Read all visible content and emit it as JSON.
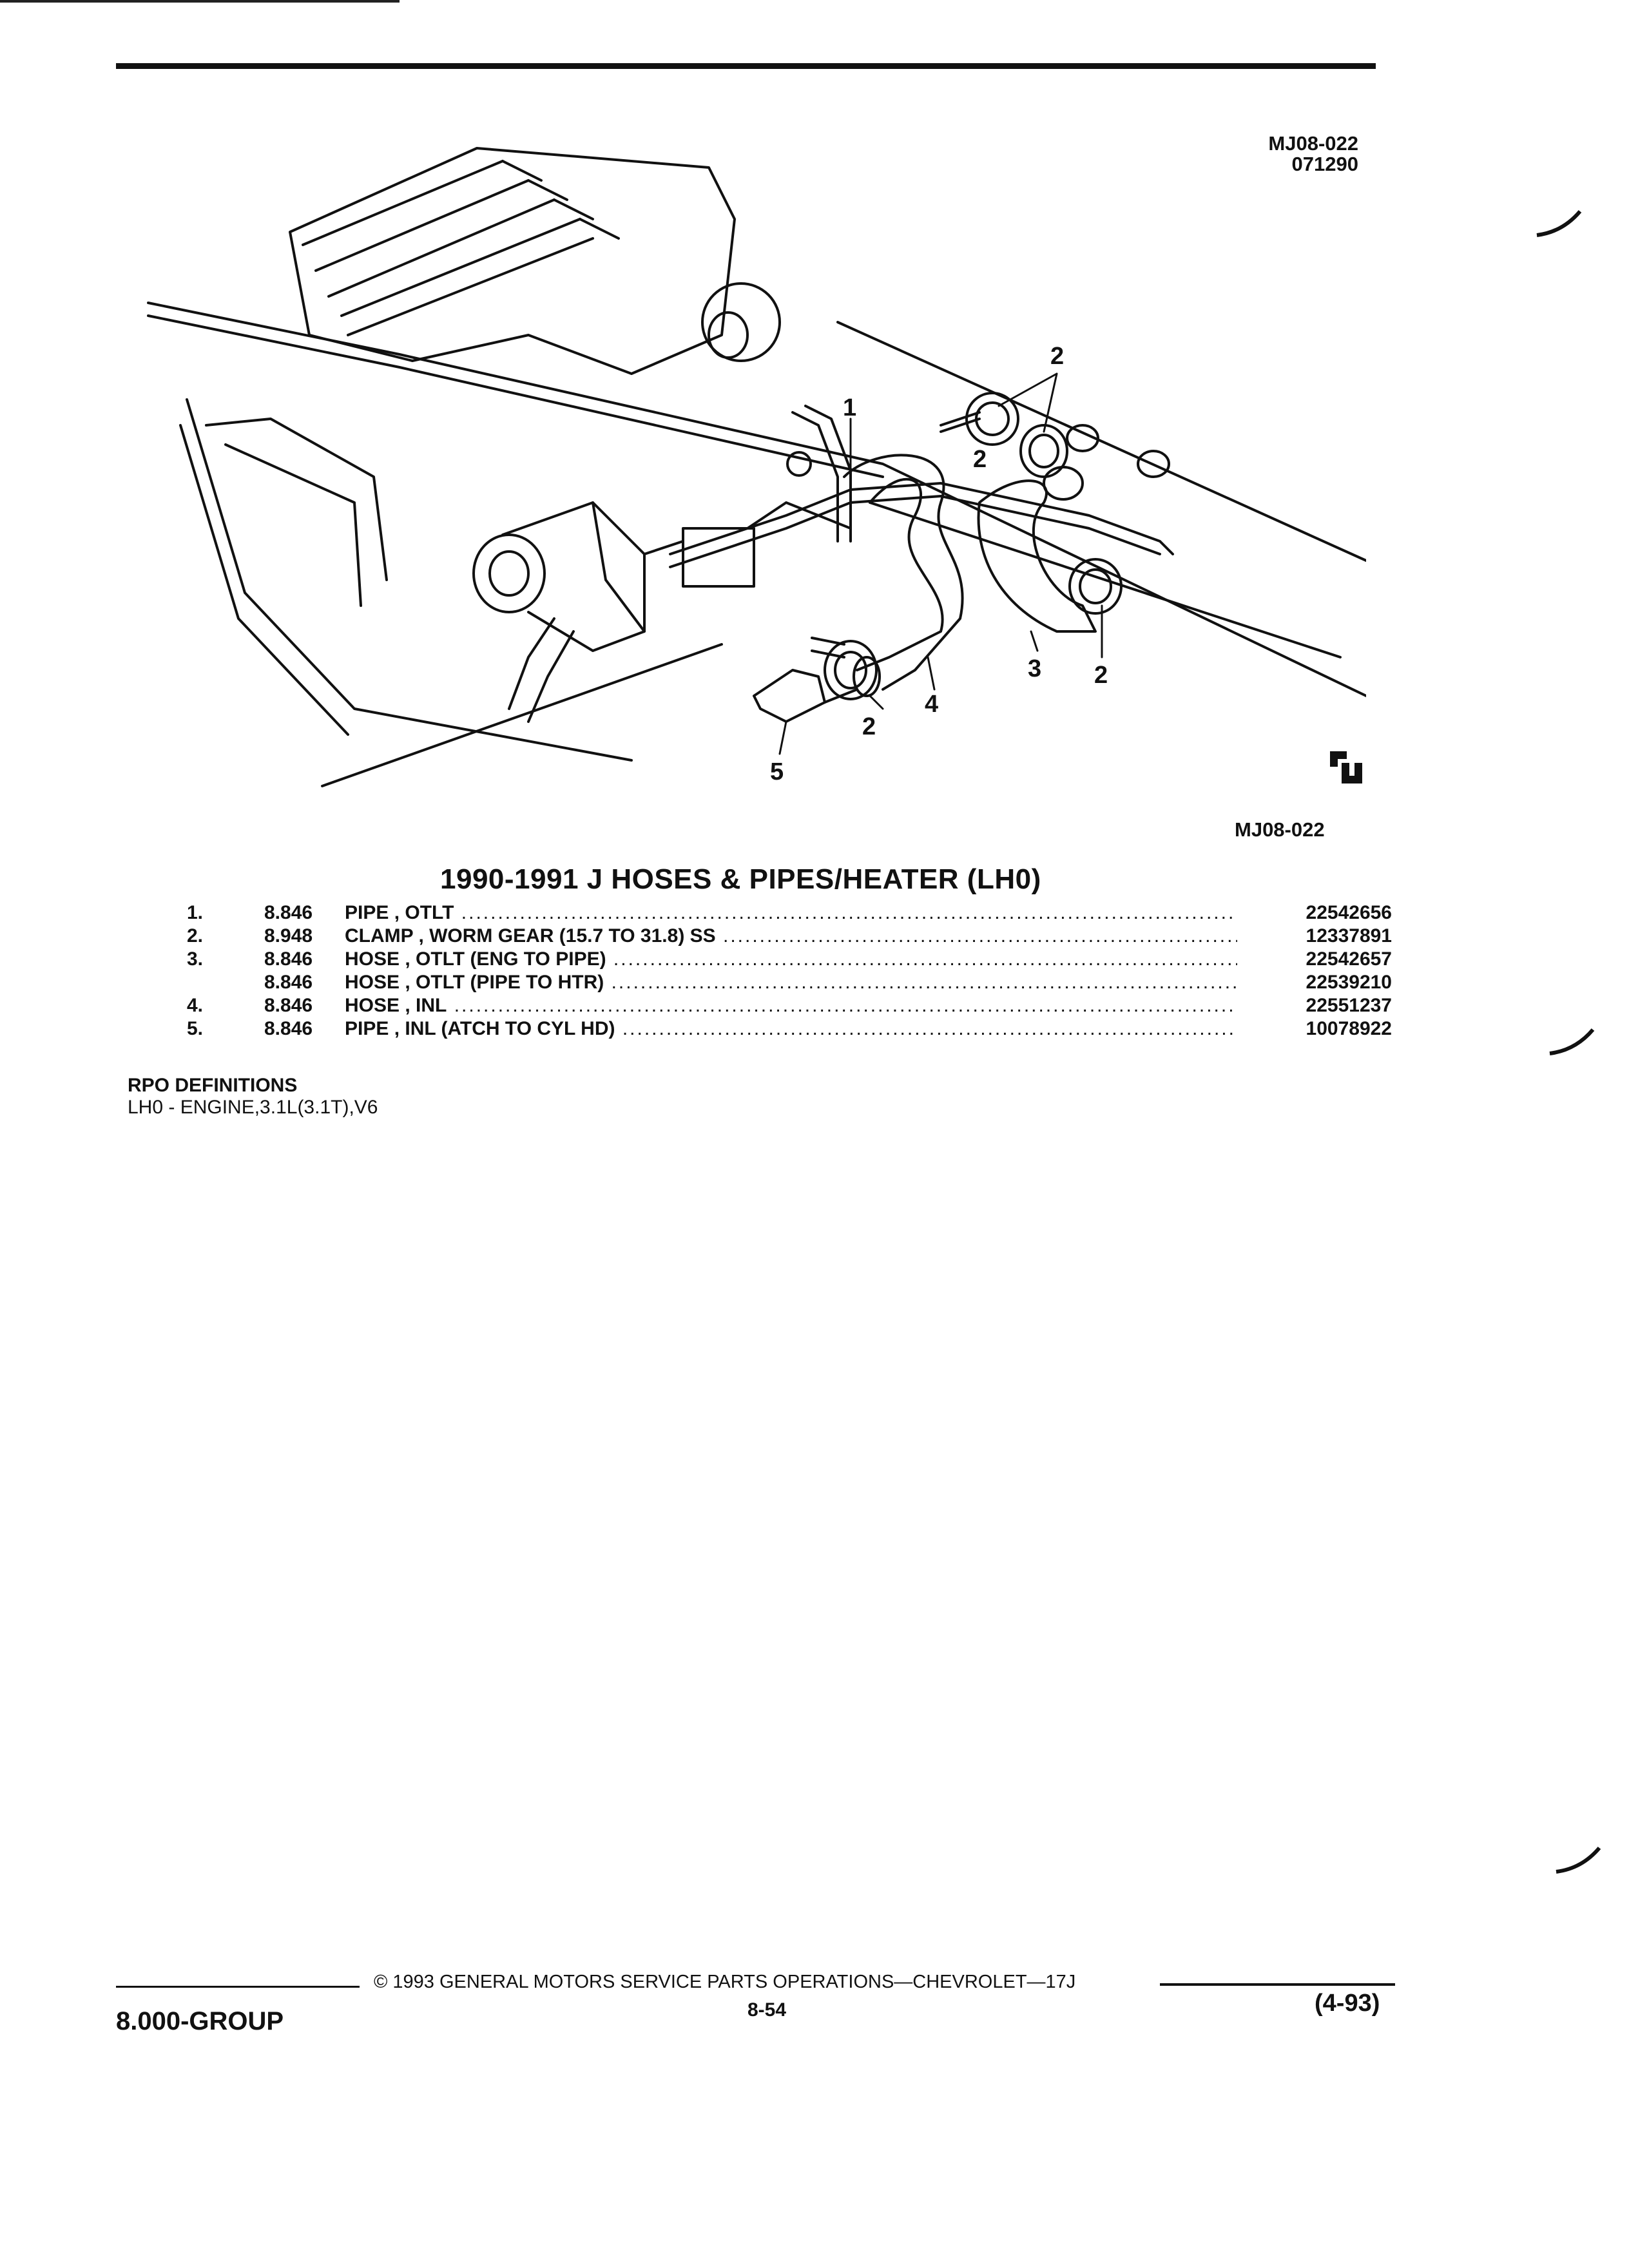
{
  "figure": {
    "id_line1": "MJ08-022",
    "id_line2": "071290",
    "caption": "MJ08-022",
    "callouts": [
      "1",
      "2",
      "2",
      "2",
      "2",
      "3",
      "4",
      "5"
    ]
  },
  "section_title": "1990-1991 J HOSES & PIPES/HEATER (LH0)",
  "parts": [
    {
      "num": "1.",
      "group": "8.846",
      "desc": "PIPE , OTLT",
      "part_no": "22542656"
    },
    {
      "num": "2.",
      "group": "8.948",
      "desc": "CLAMP , WORM GEAR (15.7 TO 31.8) SS",
      "part_no": "12337891"
    },
    {
      "num": "3.",
      "group": "8.846",
      "desc": "HOSE , OTLT (ENG TO PIPE)",
      "part_no": "22542657"
    },
    {
      "num": "",
      "group": "8.846",
      "desc": "HOSE , OTLT (PIPE TO HTR)",
      "part_no": "22539210"
    },
    {
      "num": "4.",
      "group": "8.846",
      "desc": "HOSE , INL",
      "part_no": "22551237"
    },
    {
      "num": "5.",
      "group": "8.846",
      "desc": "PIPE , INL (ATCH TO CYL HD)",
      "part_no": "10078922"
    }
  ],
  "rpo": {
    "heading": "RPO DEFINITIONS",
    "line": "LH0 - ENGINE,3.1L(3.1T),V6"
  },
  "footer": {
    "group": "8.000-GROUP",
    "copyright": "© 1993 GENERAL MOTORS SERVICE PARTS OPERATIONS—CHEVROLET—17J",
    "page": "8-54",
    "date": "(4-93)"
  }
}
